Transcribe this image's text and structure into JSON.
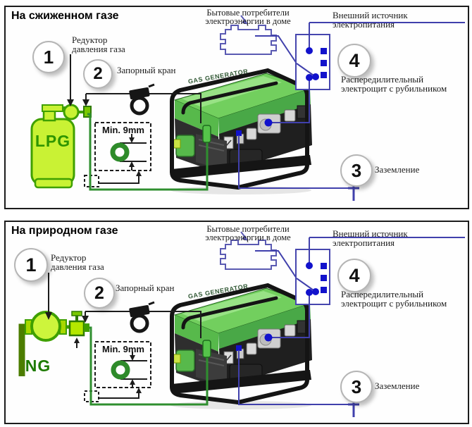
{
  "colors": {
    "wire_blue": "#4040ac",
    "dot_blue": "#1212cc",
    "house_outline": "#5a5ab2",
    "pipe_green": "#2f8f2f",
    "tank_fill": "#c9f234",
    "tank_stroke": "#3fa000",
    "ng_pipe": "#4c7d00",
    "panel_border": "#1c1c1c"
  },
  "panels": [
    {
      "title": "На сжиженном газе",
      "source_label": "LPG",
      "numbers": {
        "n1": "1",
        "n2": "2",
        "n3": "3",
        "n4": "4"
      },
      "labels": {
        "reducer": "Редуктор\nдавления газа",
        "valve": "Запорный кран",
        "house": "Бытовые потребители\nэлектроэнергии в доме",
        "external": "Внешний источник\nэлектропитания",
        "distribution": "Распередилительный\nэлектрощит с рубильником",
        "ground": "Заземление",
        "min_diameter": "Min. 9mm",
        "generator": "GAS GENERATOR"
      }
    },
    {
      "title": "На природном газе",
      "source_label": "NG",
      "numbers": {
        "n1": "1",
        "n2": "2",
        "n3": "3",
        "n4": "4"
      },
      "labels": {
        "reducer": "Редуктор\nдавления газа",
        "valve": "Запорный кран",
        "house": "Бытовые потребители\nэлектроэнергии в доме",
        "external": "Внешний источник\nэлектропитания",
        "distribution": "Распередилительный\nэлектрощит с рубильником",
        "ground": "Заземление",
        "min_diameter": "Min. 9mm",
        "generator": "GAS GENERATOR"
      }
    }
  ]
}
